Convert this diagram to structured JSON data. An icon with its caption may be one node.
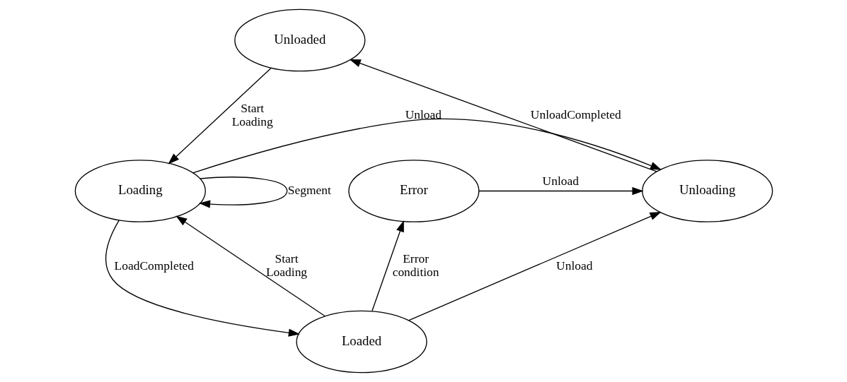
{
  "diagram": {
    "nodes": [
      {
        "text": [
          "Unloaded"
        ]
      },
      {
        "text": [
          "Error"
        ]
      },
      {
        "text": [
          "Unloading"
        ]
      },
      {
        "text": [
          "Loading"
        ]
      },
      {
        "text": [
          "Loaded"
        ]
      }
    ],
    "edges": [
      {
        "from": 0,
        "to": 3,
        "arrow": "to",
        "label": "Start Loading"
      },
      {
        "from": 3,
        "to": 3,
        "arrow": "to",
        "label": "Segment"
      },
      {
        "from": 1,
        "to": 2,
        "arrow": "to",
        "label": "Unload"
      },
      {
        "from": 3,
        "to": 2,
        "arrow": "to",
        "label": "Unload"
      },
      {
        "from": 2,
        "to": 0,
        "arrow": "to",
        "label": "UnloadCompleted"
      },
      {
        "from": 4,
        "to": 2,
        "arrow": "to",
        "label": "Unload"
      },
      {
        "from": 4,
        "to": 1,
        "arrow": "to",
        "label": "Error condition"
      },
      {
        "from": 3,
        "to": 4,
        "arrow": "to",
        "label": "LoadCompleted"
      },
      {
        "from": 4,
        "to": 3,
        "arrow": "to",
        "label": "Start Loading"
      }
    ]
  }
}
